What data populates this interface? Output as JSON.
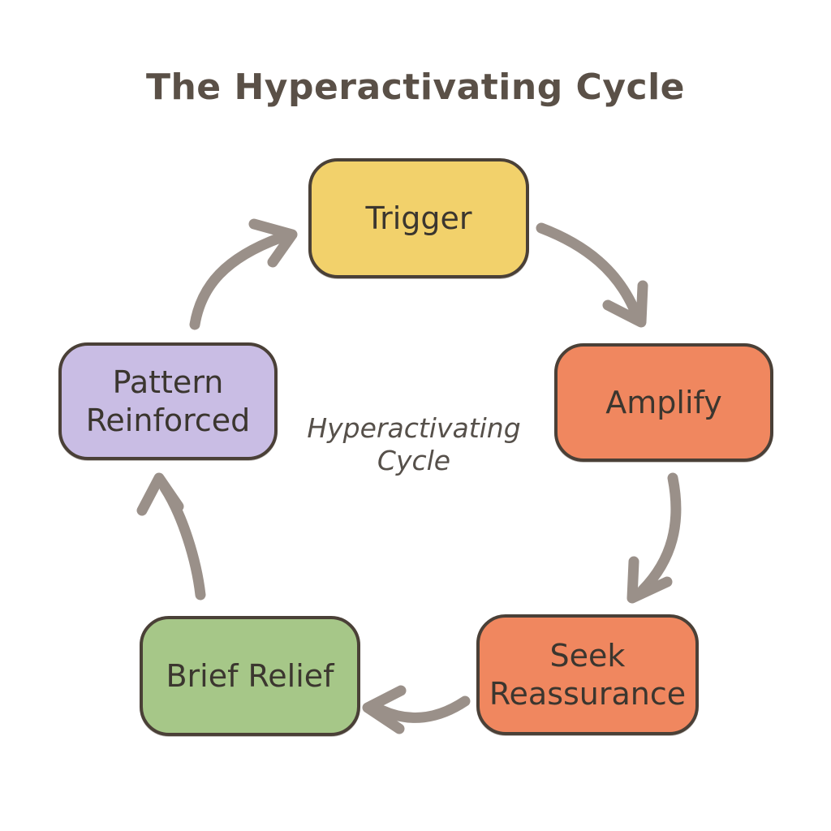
{
  "title": "The Hyperactivating Cycle",
  "center_label": {
    "line1": "Hyperactivating",
    "line2": "Cycle"
  },
  "nodes": [
    {
      "id": "trigger",
      "label": "Trigger",
      "fill": "#F2D16B"
    },
    {
      "id": "amplify",
      "label": "Amplify",
      "fill": "#F0875F"
    },
    {
      "id": "seek-reassurance",
      "label": "Seek Reassurance",
      "fill": "#F0875F"
    },
    {
      "id": "brief-relief",
      "label": "Brief Relief",
      "fill": "#A6C788"
    },
    {
      "id": "pattern-reinforced",
      "label": "Pattern Reinforced",
      "fill": "#C9BDE4"
    }
  ],
  "arrows": [
    {
      "from": "Trigger",
      "to": "Amplify"
    },
    {
      "from": "Amplify",
      "to": "Seek Reassurance"
    },
    {
      "from": "Seek Reassurance",
      "to": "Brief Relief"
    },
    {
      "from": "Brief Relief",
      "to": "Pattern Reinforced"
    },
    {
      "from": "Pattern Reinforced",
      "to": "Trigger"
    }
  ],
  "colors": {
    "background": "#FFFFFF",
    "title_text": "#5A5047",
    "node_border": "#4A4037",
    "node_text": "#3B362F",
    "center_text": "#56504A",
    "arrow": "#9A9089",
    "trigger_fill": "#F2D16B",
    "amplify_fill": "#F0875F",
    "seek_reassurance_fill": "#F0875F",
    "brief_relief_fill": "#A6C788",
    "pattern_reinforced_fill": "#C9BDE4"
  }
}
